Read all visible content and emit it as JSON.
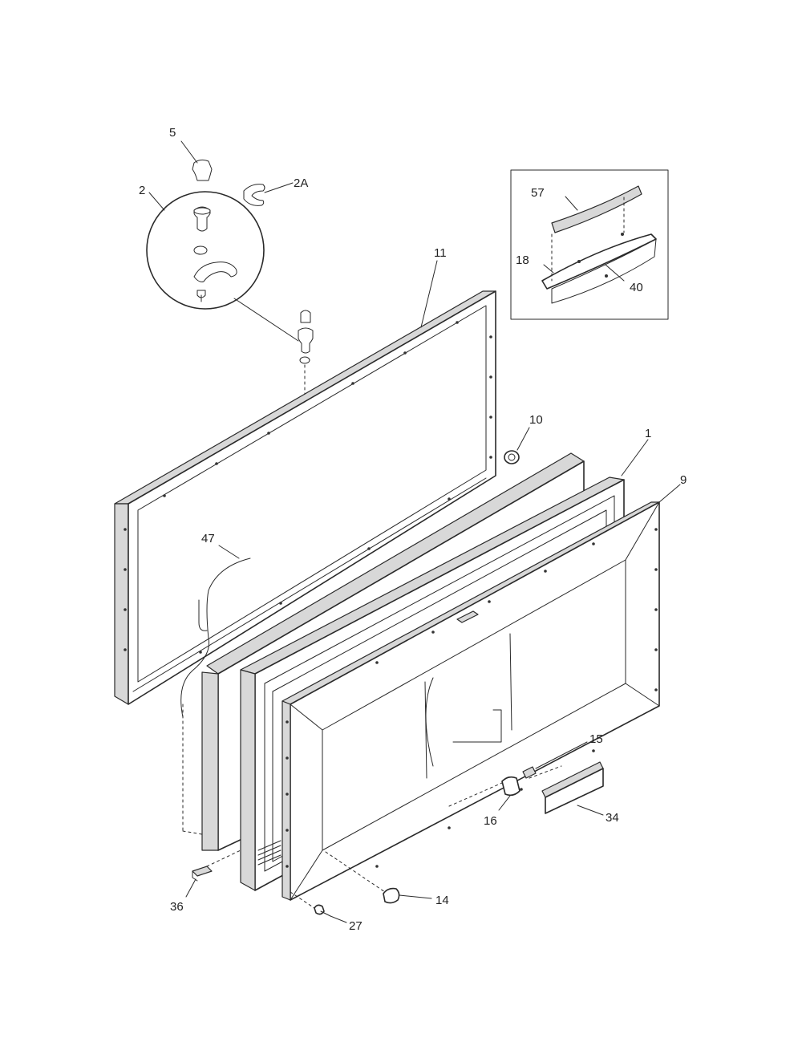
{
  "callouts": {
    "c5": "5",
    "c2": "2",
    "c2a": "2A",
    "c11": "11",
    "c57": "57",
    "c18": "18",
    "c40": "40",
    "c10": "10",
    "c1": "1",
    "c9": "9",
    "c47": "47",
    "c15": "15",
    "c16": "16",
    "c34": "34",
    "c14": "14",
    "c36": "36",
    "c27": "27"
  }
}
